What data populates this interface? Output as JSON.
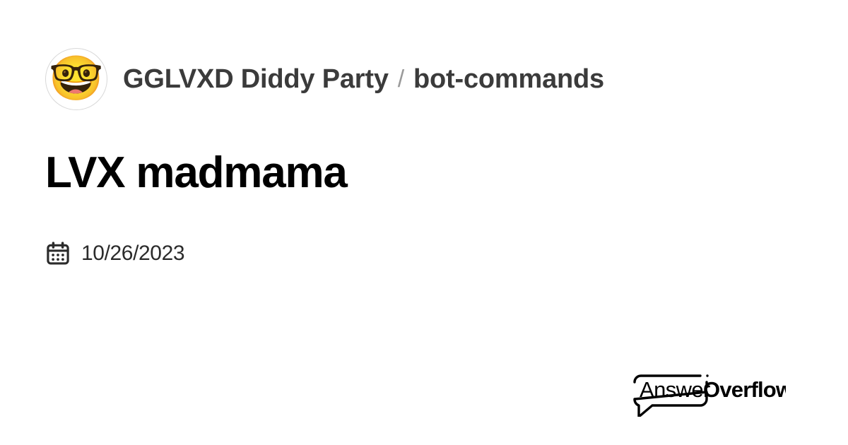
{
  "page": {
    "background_color": "#ffffff",
    "type": "thread-share-card"
  },
  "breadcrumb": {
    "avatar_emoji": "🤓",
    "avatar_alt": "nerd-face-server-icon",
    "server_name": "GGLVXD Diddy Party",
    "separator": "/",
    "channel_name": "bot-commands",
    "text_color": "#3b3b3b",
    "separator_color": "#9a9a9a"
  },
  "thread": {
    "title": "LVX madmama",
    "title_color": "#000000"
  },
  "meta": {
    "date_icon": "calendar-icon",
    "date": "10/26/2023",
    "date_color": "#2b2b2b"
  },
  "brand": {
    "name_light": "Answer",
    "name_bold": "Overflow",
    "color": "#000000"
  }
}
